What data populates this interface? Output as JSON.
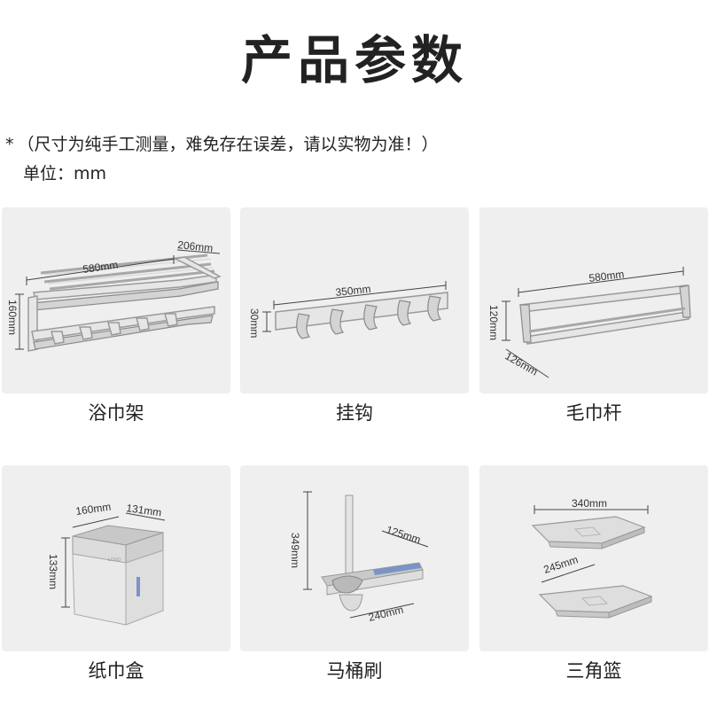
{
  "header": {
    "title": "产品参数"
  },
  "notes": {
    "disclaimer_star": "*",
    "disclaimer": "（尺寸为纯手工测量，难免存在误差，请以实物为准！）",
    "unit": "单位：mm"
  },
  "products": [
    {
      "name": "浴巾架",
      "dims": {
        "length": "580mm",
        "depth": "206mm",
        "height": "160mm"
      }
    },
    {
      "name": "挂钩",
      "dims": {
        "length": "350mm",
        "height": "30mm"
      }
    },
    {
      "name": "毛巾杆",
      "dims": {
        "length": "580mm",
        "height": "120mm",
        "depth": "126mm"
      }
    },
    {
      "name": "纸巾盒",
      "dims": {
        "width": "160mm",
        "depth": "131mm",
        "height": "133mm"
      }
    },
    {
      "name": "马桶刷",
      "dims": {
        "height": "349mm",
        "depth": "125mm",
        "width": "240mm"
      }
    },
    {
      "name": "三角篮",
      "dims": {
        "top": "340mm",
        "side": "245mm"
      }
    }
  ],
  "colors": {
    "card_bg": "#efefef",
    "metal": "#e6e6e6",
    "text": "#222222"
  }
}
